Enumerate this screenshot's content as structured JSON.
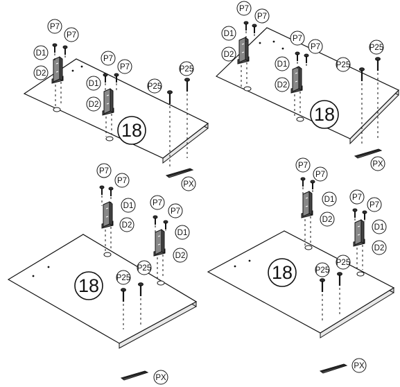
{
  "step_label": "18",
  "parts": {
    "screw_small": "P7",
    "bracket_top": "D1",
    "bracket_bottom": "D2",
    "screw_large": "P25",
    "handle": "PX"
  },
  "panels": [
    {
      "id": "panel-1"
    },
    {
      "id": "panel-2"
    },
    {
      "id": "panel-3"
    },
    {
      "id": "panel-4"
    }
  ],
  "colors": {
    "line": "#111111",
    "board_top": "#ffffff",
    "board_edge": "#e8e8e8",
    "bracket": "#888888"
  }
}
